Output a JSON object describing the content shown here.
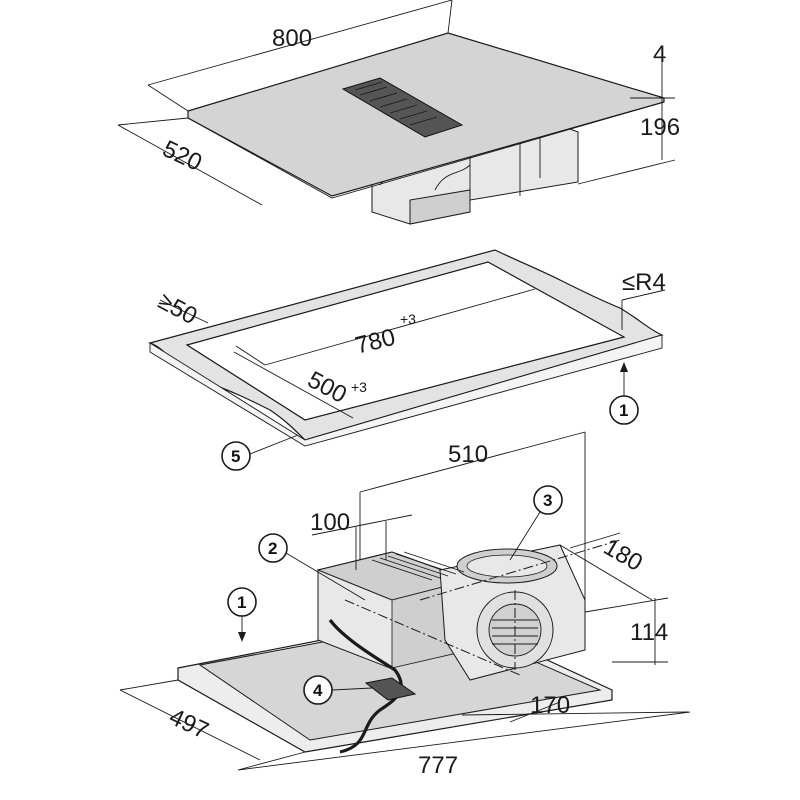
{
  "dimensions": {
    "width_800": "800",
    "depth_520": "520",
    "thickness_4": "4",
    "height_196": "196",
    "min_50": "≥50",
    "radius_r4": "≤R4",
    "cutout_780": "780",
    "cutout_780_tol": "+3",
    "cutout_500": "500",
    "cutout_500_tol": "+3",
    "width_510": "510",
    "offset_100": "100",
    "depth_180": "180",
    "height_114": "114",
    "offset_170": "170",
    "depth_497": "497",
    "width_777": "777"
  },
  "callouts": {
    "c1_top": "1",
    "c5": "5",
    "c3": "3",
    "c2": "2",
    "c1_bottom": "1",
    "c4": "4"
  }
}
